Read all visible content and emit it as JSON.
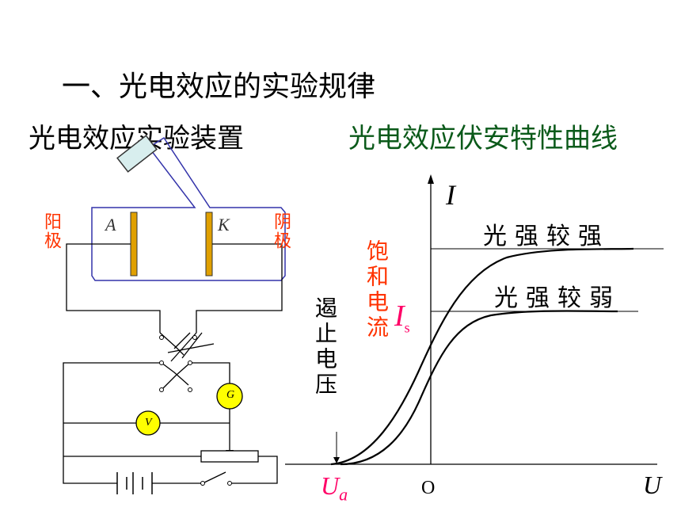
{
  "title": "一、光电效应的实验规律",
  "left_heading": "光电效应实验装置",
  "right_heading": "光电效应伏安特性曲线",
  "apparatus": {
    "anode_label": "阳极",
    "cathode_label": "阴极",
    "plate_a": "A",
    "plate_k": "K",
    "galvanometer": "G",
    "voltmeter": "V"
  },
  "graph": {
    "y_axis": "I",
    "x_axis": "U",
    "origin": "O",
    "strong_light": "光强较强",
    "weak_light": "光强较弱",
    "stopping_voltage_label": "遏止电压",
    "saturation_label": "饱和电流",
    "saturation_symbol": "I",
    "saturation_subscript": "s",
    "stopping_symbol": "U",
    "stopping_subscript": "a"
  },
  "colors": {
    "heading_green": "#0b5a1a",
    "label_red": "#ff3300",
    "symbol_magenta": "#ff0066",
    "plate_gold": "#e0a000",
    "box_purple": "#3333aa",
    "meter_yellow": "#ffff00"
  }
}
